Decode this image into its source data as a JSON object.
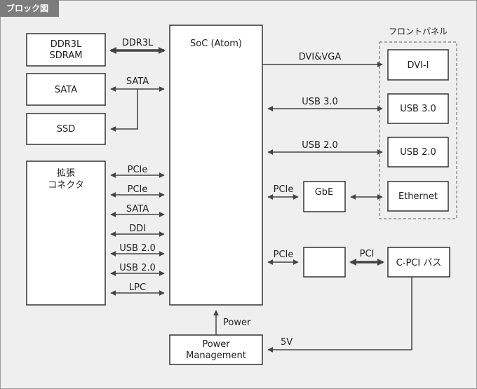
{
  "header": {
    "tab_title": "ブロック図"
  },
  "colors": {
    "background": "#efefef",
    "box_fill": "#ffffff",
    "stroke": "#333333",
    "tab": "#7d7d7d"
  },
  "blocks": {
    "ddr3l": {
      "line1": "DDR3L",
      "line2": "SDRAM"
    },
    "sata": {
      "label": "SATA"
    },
    "ssd": {
      "label": "SSD"
    },
    "expansion": {
      "line1": "拡張",
      "line2": "コネクタ"
    },
    "soc": {
      "label": "SoC (Atom)"
    },
    "power_mgmt": {
      "line1": "Power",
      "line2": "Management"
    },
    "gbe": {
      "label": "GbE"
    },
    "pci_bridge": {
      "label": ""
    },
    "front_panel": {
      "title": "フロントパネル"
    },
    "dvi": {
      "label": "DVI-I"
    },
    "usb30": {
      "label": "USB 3.0"
    },
    "usb20": {
      "label": "USB 2.0"
    },
    "ethernet": {
      "label": "Ethernet"
    },
    "cpci": {
      "label": "C-PCI バス"
    }
  },
  "links": {
    "ddr3l": "DDR3L",
    "sata": "SATA",
    "dvi_vga": "DVI&VGA",
    "usb30": "USB 3.0",
    "usb20": "USB 2.0",
    "pcie_gbe": "PCIe",
    "pcie_bridge": "PCIe",
    "pci": "PCI",
    "power": "Power",
    "v5": "5V",
    "exp": [
      "PCIe",
      "PCIe",
      "SATA",
      "DDI",
      "USB 2.0",
      "USB 2.0",
      "LPC"
    ]
  }
}
